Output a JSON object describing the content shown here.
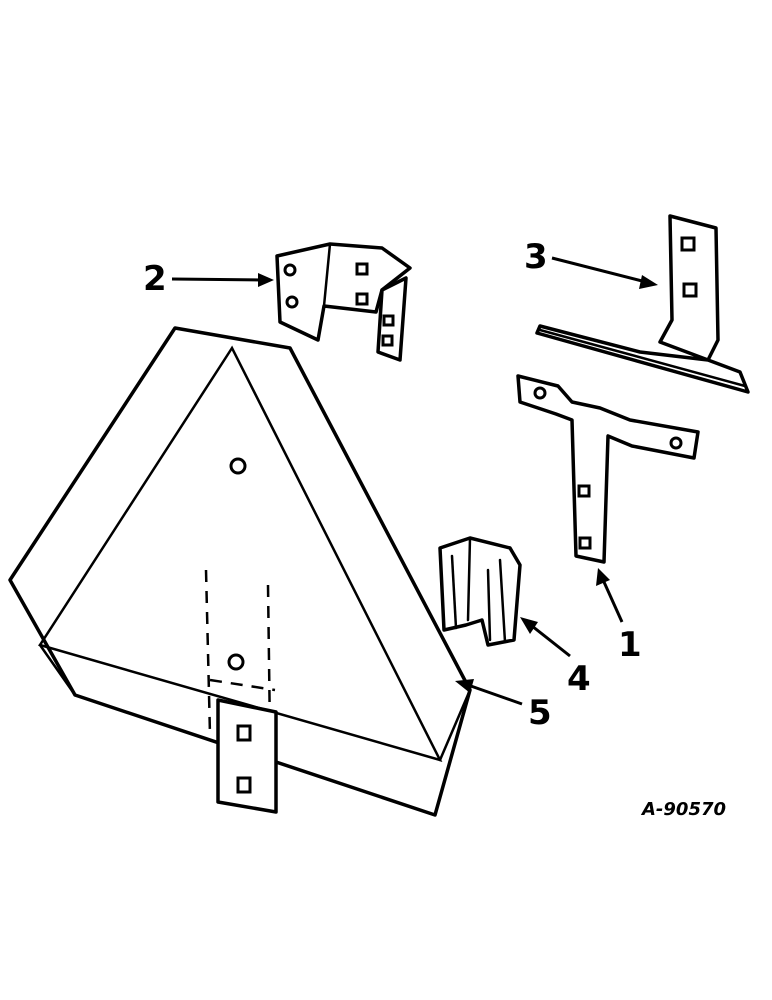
{
  "callouts": {
    "c1": "1",
    "c2": "2",
    "c3": "3",
    "c4": "4",
    "c5": "5"
  },
  "figure_ref": "A-90570"
}
